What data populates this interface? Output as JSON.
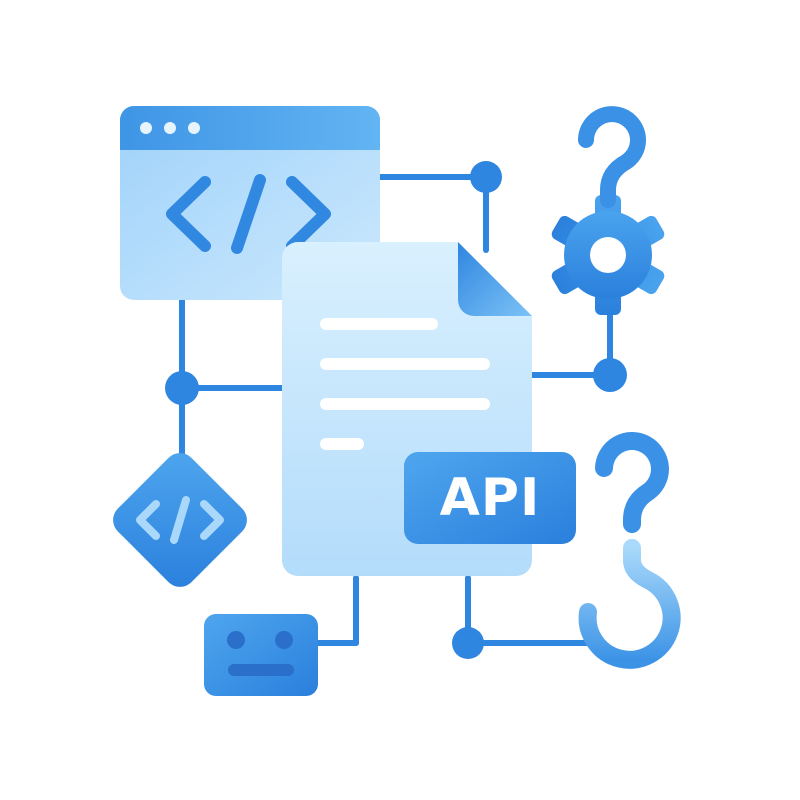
{
  "api_badge": {
    "label": "API"
  },
  "colors": {
    "primary": "#2f86e0",
    "primary_light": "#5aaef0",
    "panel_light": "#a8d8fb",
    "panel_lighter": "#cfeafd",
    "connector": "#2f86e0"
  },
  "icons": [
    "browser-window-code-icon",
    "document-icon",
    "api-badge",
    "gear-icon",
    "question-mark-icon",
    "hook-icon",
    "diamond-code-icon",
    "robot-face-icon",
    "connector-node"
  ]
}
